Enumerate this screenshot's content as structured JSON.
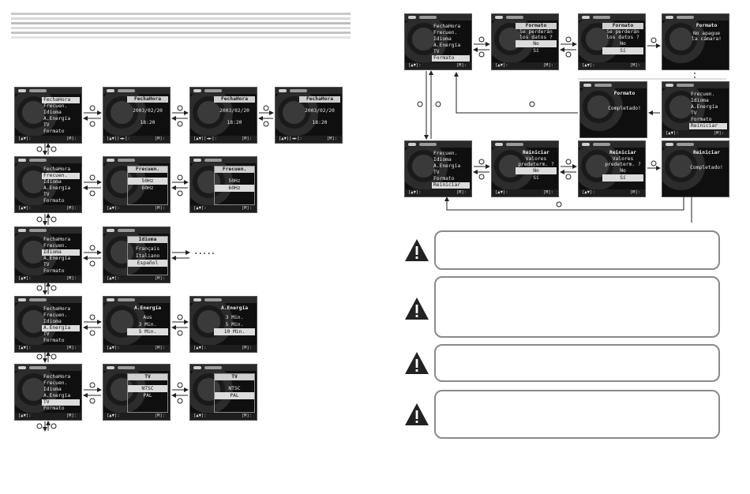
{
  "bottom_bar": {
    "left": "[▲▼]:",
    "left_alt": "[▲▼][◄►]:",
    "right": "[M]:"
  },
  "menu_items": [
    "FechaHora",
    "Frecuen.",
    "Idioma",
    "A.Energía",
    "TV",
    "Formato",
    "Reiniciar"
  ],
  "ellipsis": "·····",
  "screens": {
    "fecha": {
      "title": "FechaHora",
      "date": "2003/02/20",
      "date2": "2003/02/20",
      "time": "18:20"
    },
    "frecuen": {
      "title": "Frecuen.",
      "opt1": "50Hz",
      "opt2": "60Hz"
    },
    "idioma": {
      "title": "Idioma",
      "opt1": "Français",
      "opt2": "Italiano",
      "opt3": "Español"
    },
    "energia": {
      "title": "A.Energía",
      "opt1": "Aus",
      "opt2": "3 Min.",
      "opt3": "5 Min.",
      "opt4": "3 Min.",
      "opt5": "5 Min.",
      "opt6": "10 Min."
    },
    "tv": {
      "title": "TV",
      "opt1": "NTSC",
      "opt2": "PAL"
    },
    "formato": {
      "title": "Formato",
      "q1": "Se perderán",
      "q2": "los datos ?",
      "no": "No",
      "si": "Sí",
      "ng1": "No apague",
      "ng2": "la cámara!",
      "done": "Completado!"
    },
    "reiniciar": {
      "title": "Reiniciar",
      "q1": "Valores",
      "q2": "predeterm. ?",
      "no": "No",
      "si": "Sí",
      "done": "Completado!"
    }
  },
  "colors": {
    "ink": "#222222",
    "warn_border": "#8a8a8a",
    "header_lines": "#c9c9c9"
  }
}
